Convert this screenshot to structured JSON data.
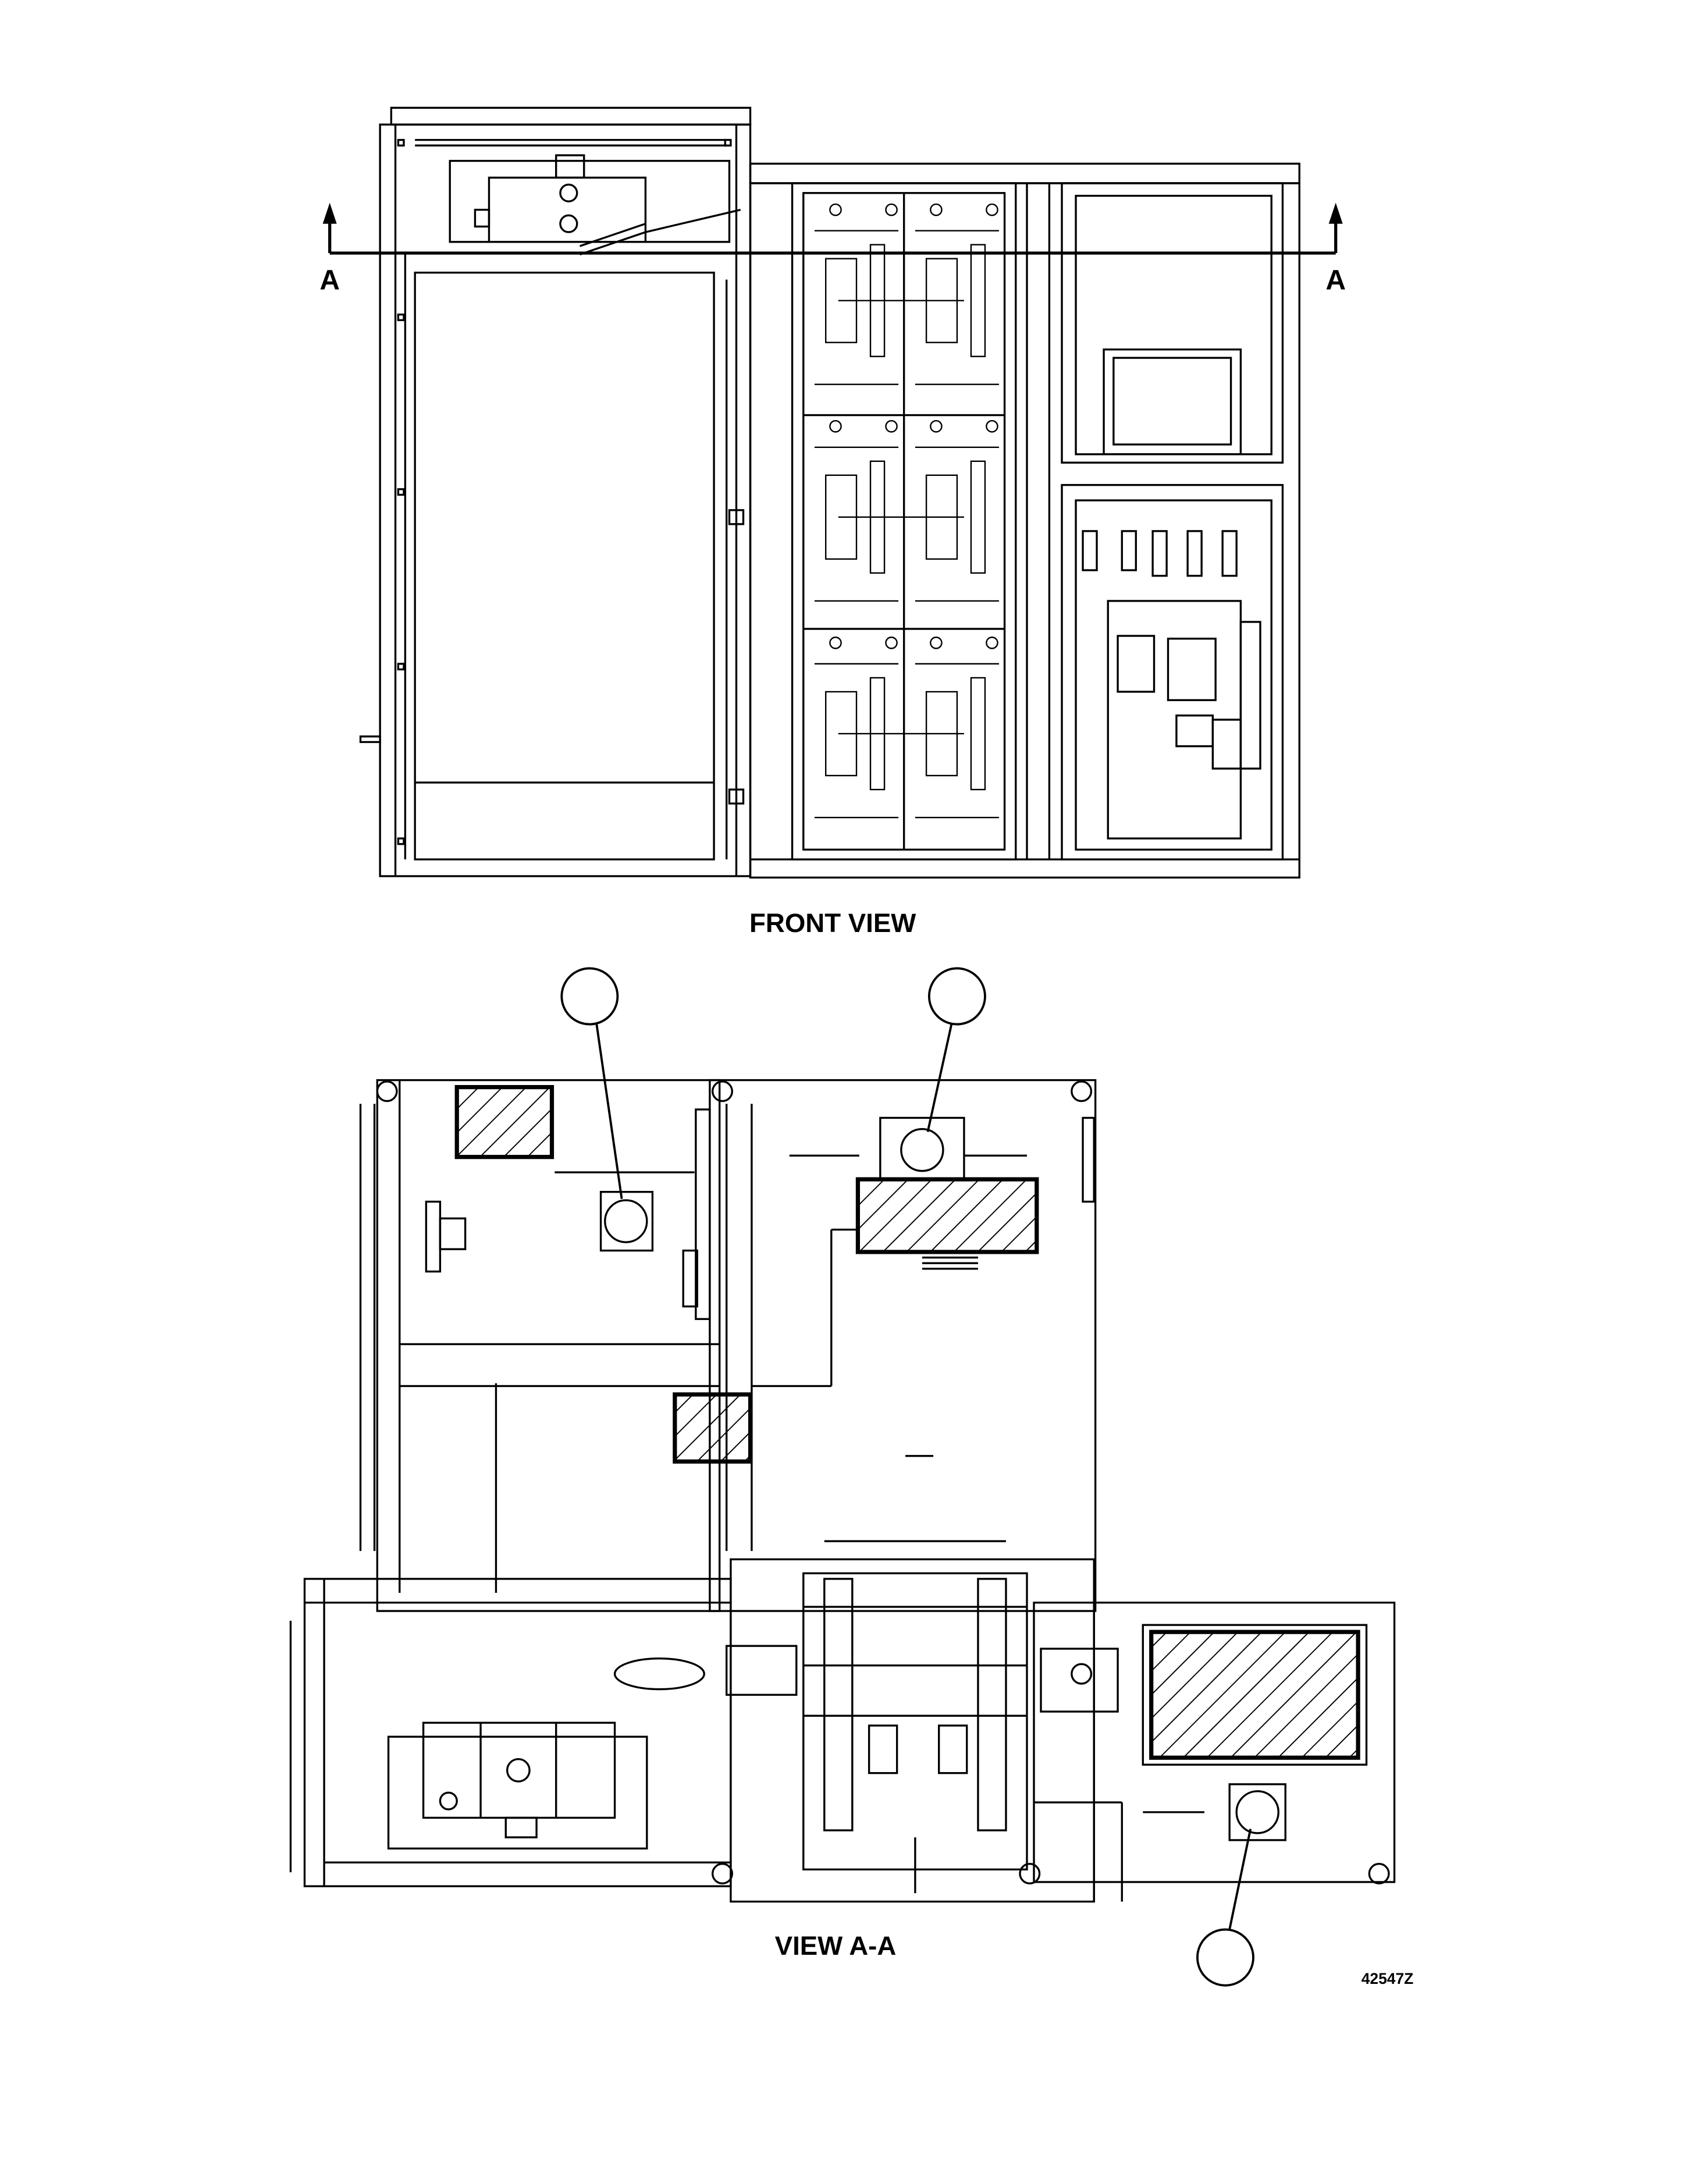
{
  "section_marker_left": "A",
  "section_marker_right": "A",
  "front_view_title": "FRONT VIEW",
  "section_view_title": "VIEW A-A",
  "drawing_number": "42547Z",
  "colors": {
    "line": "#000000",
    "background": "#ffffff"
  }
}
